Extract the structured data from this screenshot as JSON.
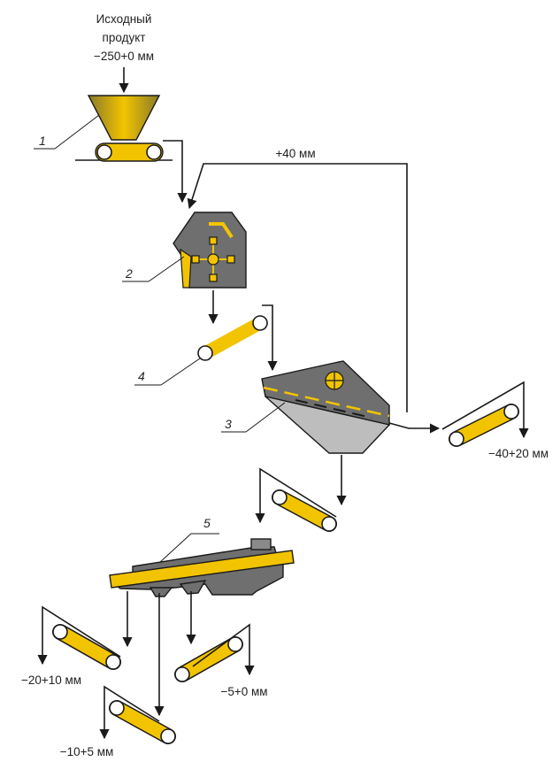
{
  "feed": {
    "line1": "Исходный",
    "line2": "продукт",
    "line3": "−250+0 мм"
  },
  "labels": {
    "n1": "1",
    "n2": "2",
    "n3": "3",
    "n4": "4",
    "n5": "5"
  },
  "streams": {
    "oversize": "+40 мм",
    "p40_20": "−40+20 мм",
    "p20_10": "−20+10 мм",
    "p10_5": "−10+5 мм",
    "p5_0": "−5+0 мм"
  },
  "colors": {
    "belt": "#f2c400",
    "machine": "#8a8a8a",
    "lines": "#1a1a1a"
  }
}
